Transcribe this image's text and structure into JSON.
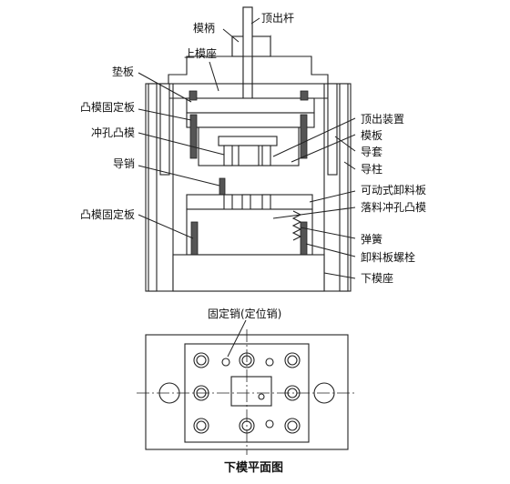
{
  "labels": {
    "mobing": "模柄",
    "dingchugan": "顶出杆",
    "shangmozuo": "上模座",
    "dianban": "垫板",
    "tumo_guding_top": "凸模固定板",
    "chongkong_tumo": "冲孔凸模",
    "dingchu_zhuangzhi": "顶出装置",
    "moban": "模板",
    "daotao": "导套",
    "daozhu": "导柱",
    "daoxiao": "导销",
    "kedong_xieliao": "可动式卸料板",
    "luoliao_chongkong": "落料冲孔凸模",
    "tumo_guding_bottom": "凸模固定板",
    "tanhuang": "弹簧",
    "xieliao_luoshuan": "卸料板螺栓",
    "xiamozuo": "下模座",
    "gudingxiao": "固定销(定位销)"
  },
  "caption": "下模平面图",
  "colors": {
    "line": "#222222",
    "background": "#ffffff"
  }
}
